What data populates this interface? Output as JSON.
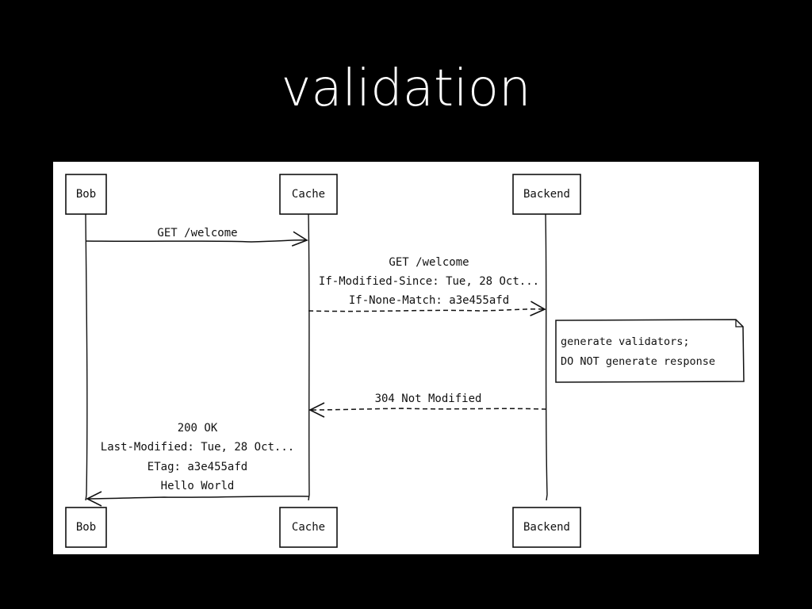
{
  "slide": {
    "title": "validation",
    "background": "#000000",
    "title_color": "#ffffff"
  },
  "diagram": {
    "background": "#ffffff",
    "ink": "#111111",
    "participants": [
      {
        "id": "bob",
        "label": "Bob"
      },
      {
        "id": "cache",
        "label": "Cache"
      },
      {
        "id": "backend",
        "label": "Backend"
      }
    ],
    "messages": [
      {
        "from": "bob",
        "to": "cache",
        "style": "solid",
        "lines": [
          "GET /welcome"
        ]
      },
      {
        "from": "cache",
        "to": "backend",
        "style": "dashed",
        "lines": [
          "GET /welcome",
          "If-Modified-Since: Tue, 28 Oct...",
          "If-None-Match: a3e455afd"
        ]
      },
      {
        "from": "backend",
        "to": "cache",
        "style": "dashed",
        "lines": [
          "304 Not Modified"
        ]
      },
      {
        "from": "cache",
        "to": "bob",
        "style": "solid",
        "lines": [
          "200 OK",
          "Last-Modified: Tue, 28 Oct...",
          "ETag: a3e455afd",
          "Hello World"
        ]
      }
    ],
    "note": {
      "on": "backend",
      "lines": [
        "generate validators;",
        "DO NOT generate response"
      ]
    }
  }
}
